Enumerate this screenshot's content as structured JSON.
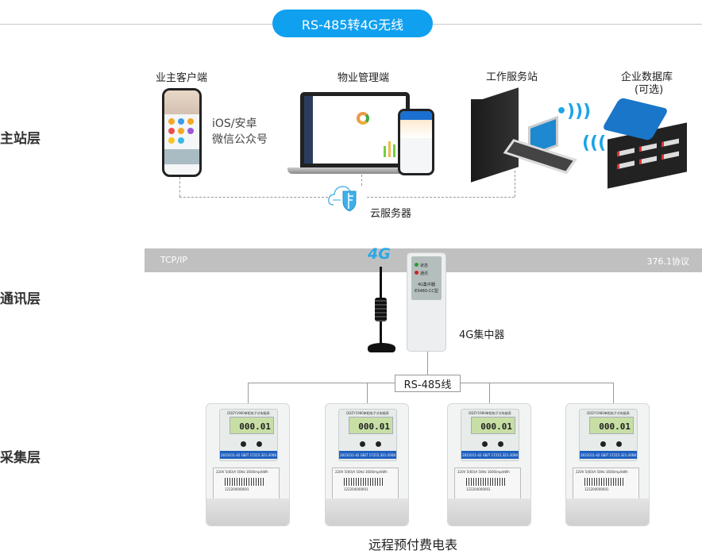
{
  "title": "RS-485转4G无线",
  "layers": [
    {
      "label": "主站层"
    },
    {
      "label": "通讯层"
    },
    {
      "label": "采集层"
    }
  ],
  "master": {
    "owner_client": {
      "title": "业主客户端",
      "platforms_line1": "iOS/安卓",
      "platforms_line2": "微信公众号"
    },
    "property_client": {
      "title": "物业管理端"
    },
    "workstation": {
      "title": "工作服务站"
    },
    "enterprise_db": {
      "title": "企业数据库",
      "subtitle": "(可选)"
    },
    "cloud": {
      "label": "云服务器"
    }
  },
  "comm": {
    "band_left": "TCP/IP",
    "band_right": "376.1协议",
    "badge_4g": "4G",
    "concentrator": {
      "label": "4G集中器",
      "panel_status": "状态",
      "panel_comm": "通讯",
      "panel_name": "4G集中器",
      "panel_model": "ES460-CC型"
    }
  },
  "collect": {
    "bus_label": "RS-485线",
    "meters_label": "远程预付费电表",
    "meters": [
      {
        "model": "DDZY1980单相电子式电能表",
        "reading": "000.01",
        "standard": "2021011-42  GB/T 17215.321-2008",
        "rating": "220V  5(60)A  50Hz  1600imp/kWh",
        "serial": "122204000001"
      },
      {
        "model": "DDZY1980单相电子式电能表",
        "reading": "000.01",
        "standard": "2021011-42  GB/T 17215.321-2008",
        "rating": "220V  5(60)A  50Hz  1600imp/kWh",
        "serial": "122204000001"
      },
      {
        "model": "DDZY1980单相电子式电能表",
        "reading": "000.01",
        "standard": "2021011-42  GB/T 17215.321-2008",
        "rating": "220V  5(60)A  50Hz  1600imp/kWh",
        "serial": "122204000001"
      },
      {
        "model": "DDZY1980单相电子式电能表",
        "reading": "000.01",
        "standard": "2021011-42  GB/T 17215.321-2008",
        "rating": "220V  5(60)A  50Hz  1600imp/kWh",
        "serial": "122204000001"
      }
    ]
  },
  "colors": {
    "accent": "#10a0f0",
    "band": "#c0c0c0",
    "meter_std": "#1f5fbf",
    "wifi": "#1da3e6"
  }
}
